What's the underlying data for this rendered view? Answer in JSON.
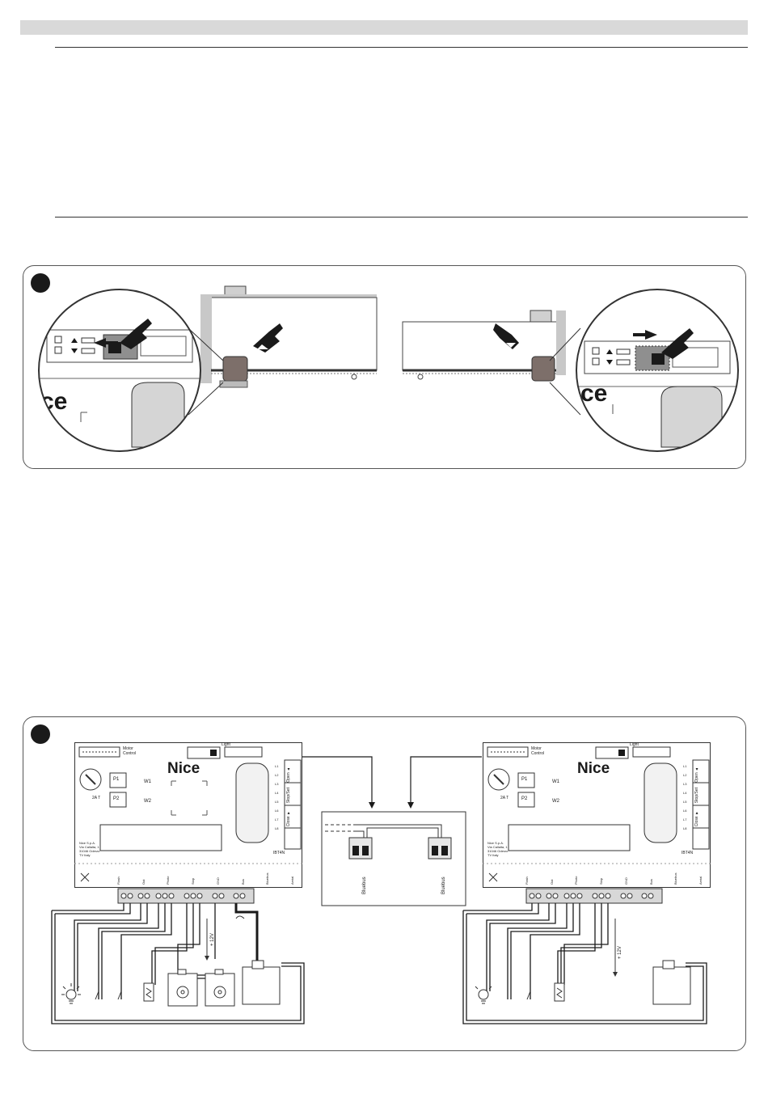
{
  "figure1": {
    "logo_fragment": "ce"
  },
  "figure2": {
    "board_left": {
      "logo": "Nice",
      "motor_control": "Motor\nControl",
      "light": "Light",
      "p1": "P1",
      "p2": "P2",
      "w1": "W1",
      "w2": "W2",
      "fuse": "2A T",
      "model": "IBT4N",
      "buttons": [
        "Open ▲",
        "Stop/Set",
        "Close ▼"
      ],
      "leds": [
        "L1",
        "L2",
        "L3",
        "L4",
        "L5",
        "L6",
        "L7",
        "L8"
      ],
      "company": [
        "Nice S.p.A.",
        "Via Callalta, 1",
        "31046 Oderzo",
        "TV Italy"
      ],
      "terminals": [
        "Flash",
        "Out",
        "Photo",
        "Stop",
        "GND",
        "Bus",
        "Bluebus",
        "Aerial"
      ],
      "voltage": "+ 12V"
    },
    "board_right": {
      "logo": "Nice",
      "motor_control": "Motor\nControl",
      "light": "Light",
      "p1": "P1",
      "p2": "P2",
      "w1": "W1",
      "w2": "W2",
      "fuse": "2A T",
      "model": "IBT4N",
      "buttons": [
        "Open ▲",
        "Stop/Set",
        "Close ▼"
      ],
      "leds": [
        "L1",
        "L2",
        "L3",
        "L4",
        "L5",
        "L6",
        "L7",
        "L8"
      ],
      "company": [
        "Nice S.p.A.",
        "Via Callalta, 1",
        "31046 Oderzo",
        "TV Italy"
      ],
      "terminals": [
        "Flash",
        "Out",
        "Photo",
        "Stop",
        "GND",
        "Bus",
        "Bluebus",
        "Aerial"
      ],
      "voltage": "+ 12V"
    },
    "connector_label": "Bluebus"
  }
}
